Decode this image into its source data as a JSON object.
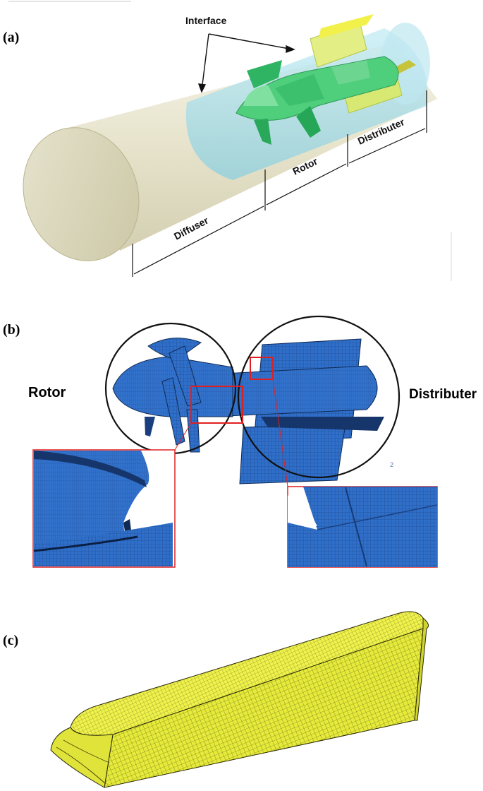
{
  "panels": {
    "a": {
      "label": "(a)",
      "labels": {
        "interface": "Interface",
        "diffuser": "Diffuser",
        "rotor": "Rotor",
        "distributer": "Distributer"
      }
    },
    "b": {
      "label": "(b)",
      "labels": {
        "rotor": "Rotor",
        "distributer": "Distributer"
      },
      "small_mark": "2"
    },
    "c": {
      "label": "(c)"
    }
  },
  "colors": {
    "diffuser_tube": "#e6e2cc",
    "interface_cyan": "#9fd9e8",
    "rotor_green": "#3fbf6a",
    "distributer_yellow": "#d9ec6a",
    "mesh_blue": "#2f6fc9",
    "mesh_yellow": "#e8ea3a",
    "zoom_red": "#e02020"
  }
}
